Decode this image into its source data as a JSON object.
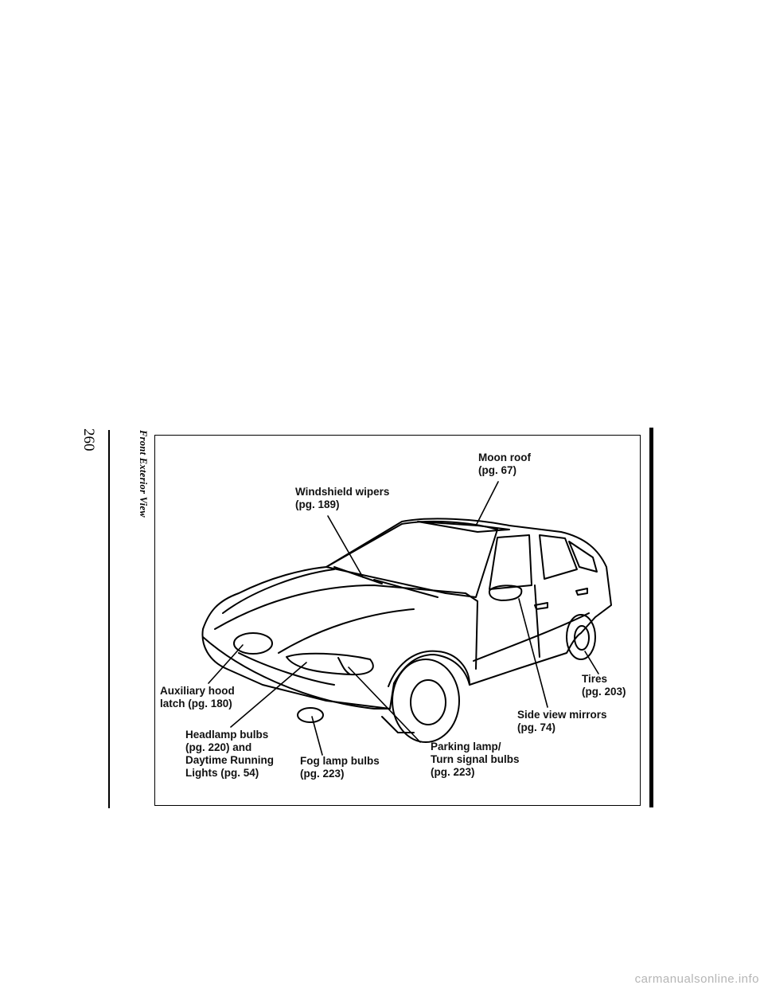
{
  "page": {
    "number": "260",
    "section_title": "Front Exterior View"
  },
  "callouts": {
    "moon_roof": [
      "Moon roof",
      "(pg. 67)"
    ],
    "windshield_wipers": [
      "Windshield wipers",
      "(pg. 189)"
    ],
    "auxiliary_hood_latch": [
      "Auxiliary hood",
      "latch (pg. 180)"
    ],
    "headlamp_bulbs": [
      "Headlamp bulbs",
      "(pg. 220) and",
      "Daytime Running",
      "Lights (pg. 54)"
    ],
    "fog_lamp_bulbs": [
      "Fog lamp bulbs",
      "(pg. 223)"
    ],
    "parking_lamp": [
      "Parking lamp/",
      "Turn signal bulbs",
      "(pg. 223)"
    ],
    "side_view_mirrors": [
      "Side view mirrors",
      "(pg. 74)"
    ],
    "tires": [
      "Tires",
      "(pg. 203)"
    ]
  },
  "watermark": "carmanualsonline.info"
}
